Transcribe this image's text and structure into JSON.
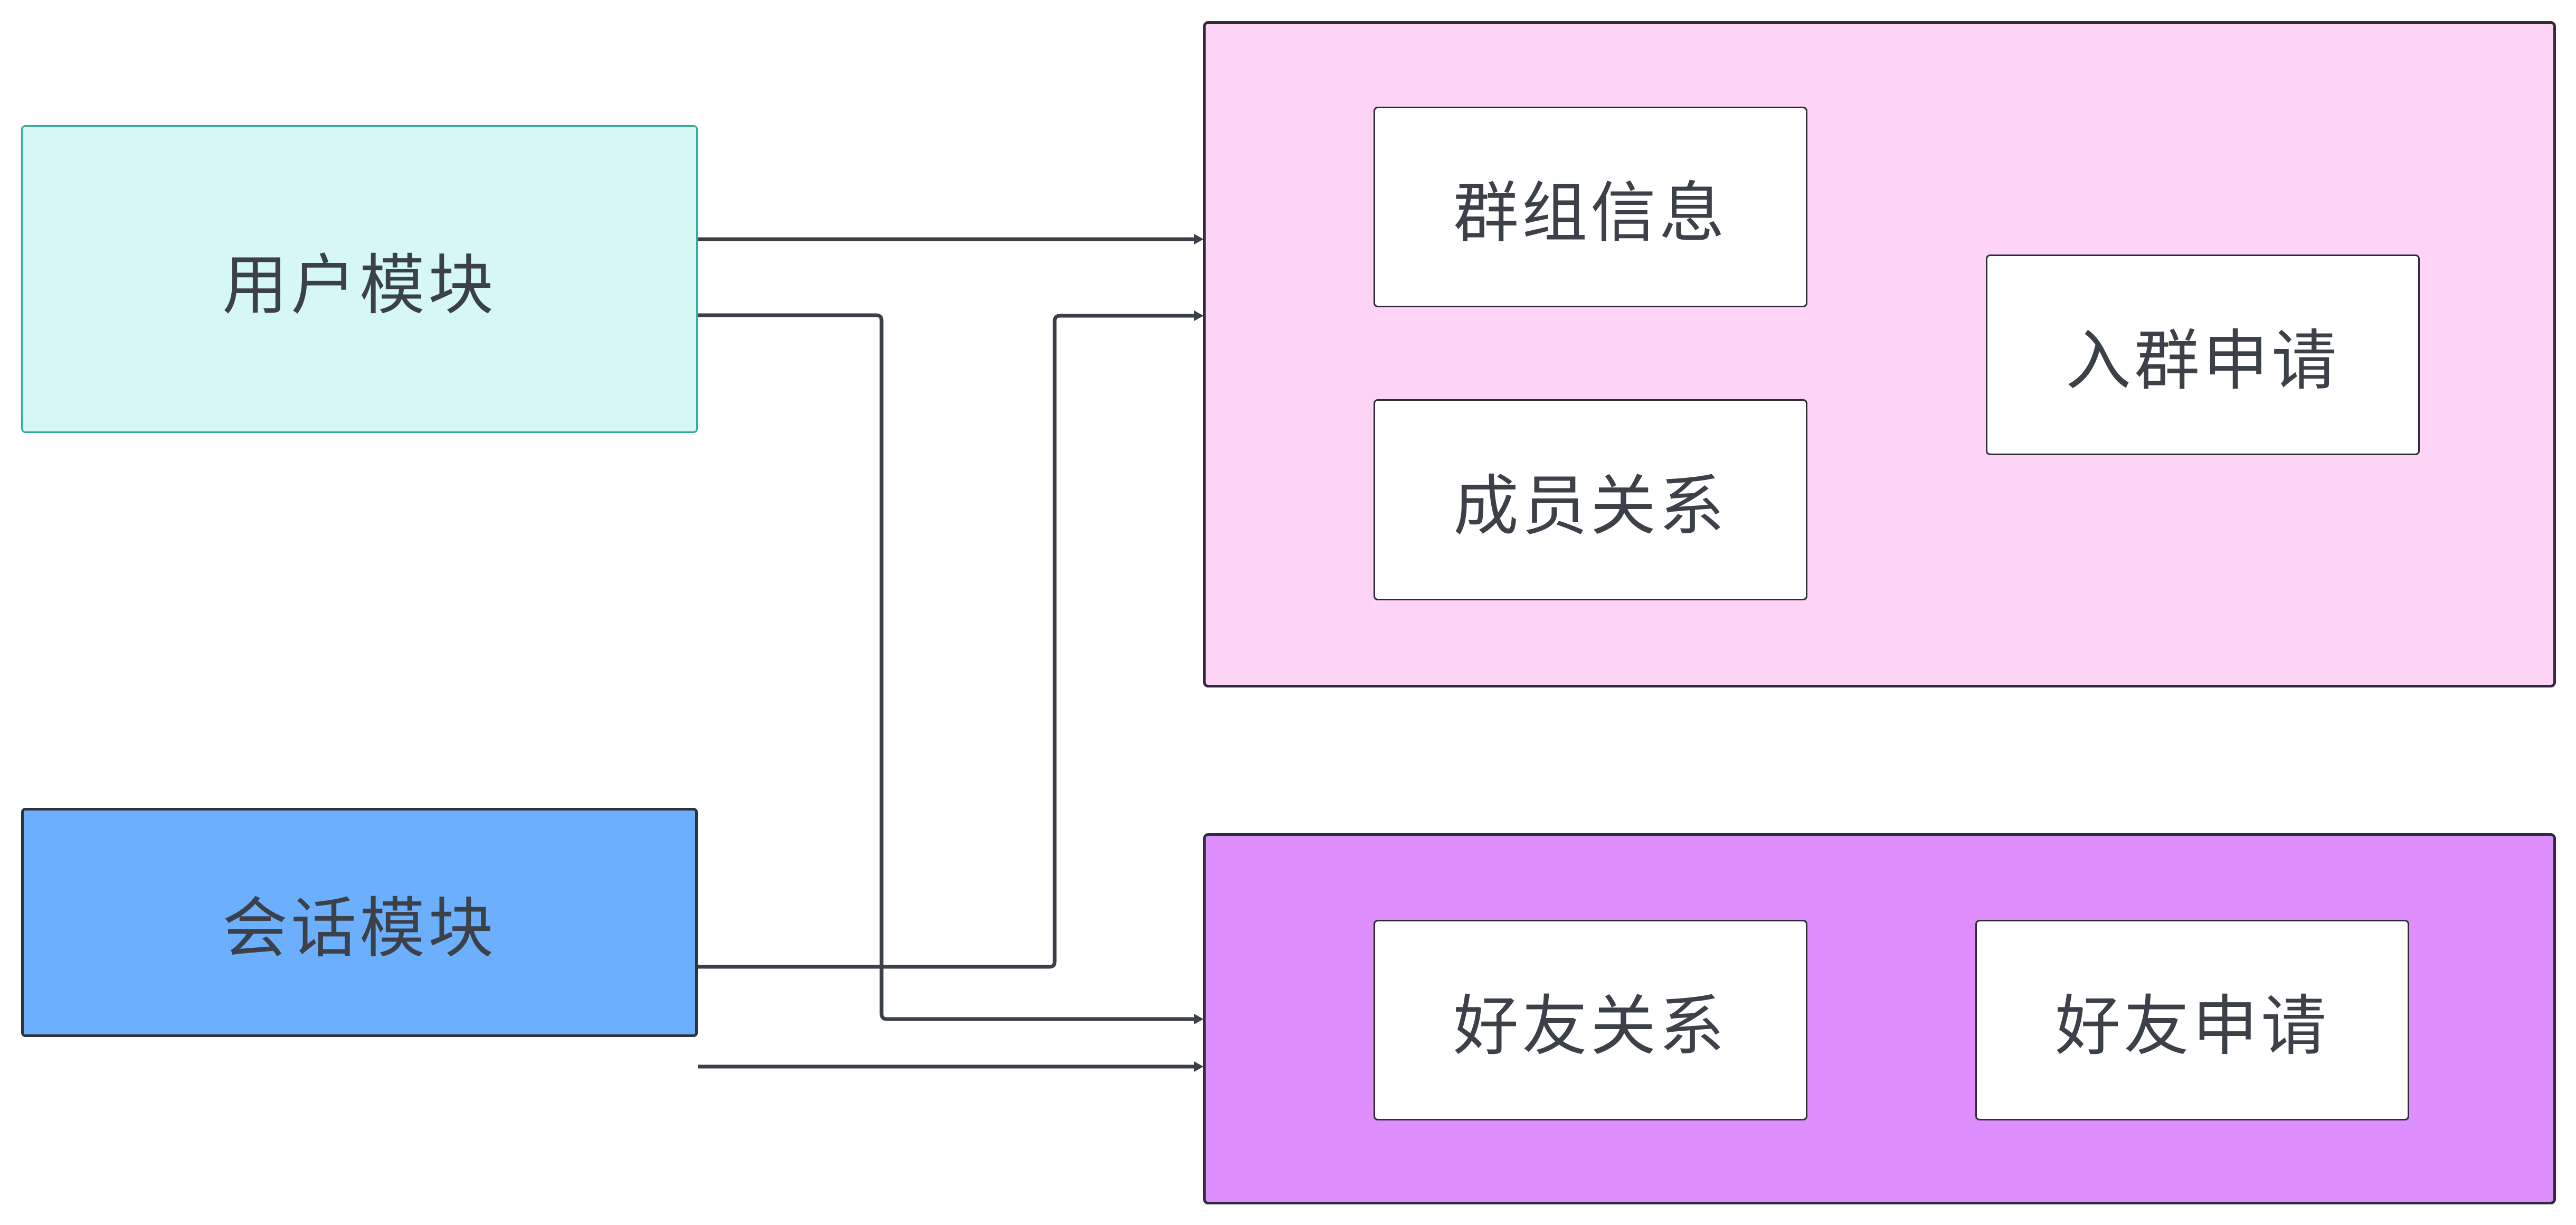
{
  "diagram": {
    "type": "module-dependency",
    "nodes": {
      "user_module": {
        "label": "用户模块",
        "fill": "#d5f8f2",
        "border": "#36a99a"
      },
      "session_module": {
        "label": "会话模块",
        "fill": "#6cb0fd",
        "border": "#2f3238"
      }
    },
    "groups": {
      "group": {
        "fill": "#fdd4f6",
        "children": [
          {
            "id": "group_info",
            "label": "群组信息"
          },
          {
            "id": "member_relation",
            "label": "成员关系"
          },
          {
            "id": "join_request",
            "label": "入群申请"
          }
        ]
      },
      "friend": {
        "fill": "#df8ffd",
        "children": [
          {
            "id": "friend_relation",
            "label": "好友关系"
          },
          {
            "id": "friend_request",
            "label": "好友申请"
          }
        ]
      }
    },
    "edges": [
      {
        "from": "user_module",
        "to": "group"
      },
      {
        "from": "user_module",
        "to": "friend"
      },
      {
        "from": "session_module",
        "to": "group"
      },
      {
        "from": "session_module",
        "to": "friend"
      }
    ],
    "edge_color": "#3b3f48"
  }
}
